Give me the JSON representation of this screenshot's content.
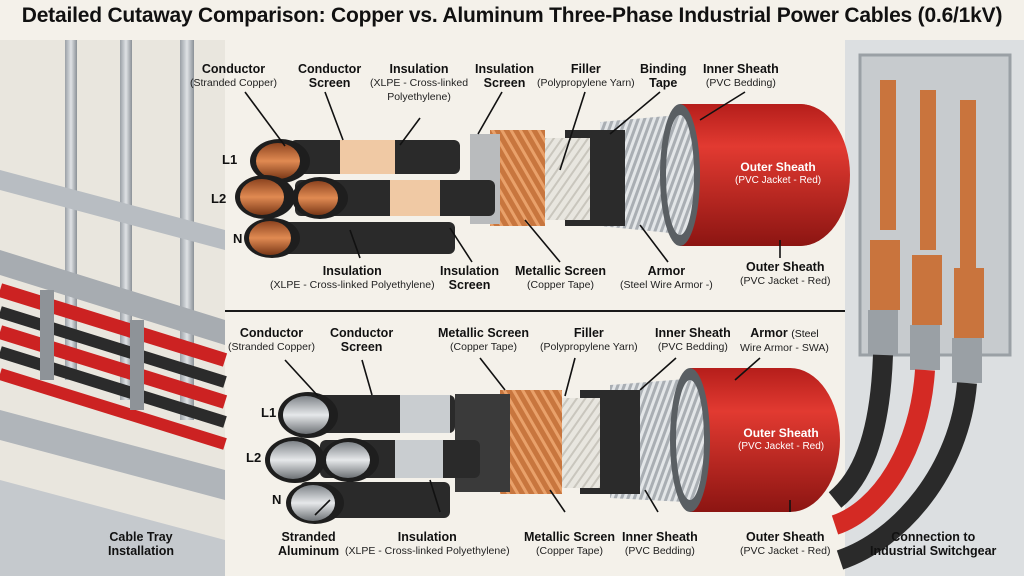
{
  "title": "Detailed Cutaway Comparison: Copper vs. Aluminum Three-Phase Industrial Power Cables (0.6/1kV)",
  "copper": {
    "phases": [
      "L1",
      "L2",
      "N"
    ],
    "top_labels": [
      {
        "head": "Conductor",
        "sub": "(Stranded Copper)"
      },
      {
        "head": "Conductor",
        "head2": "Screen"
      },
      {
        "head": "Insulation",
        "sub": "(XLPE - Cross-linked",
        "sub2": "Polyethylene)"
      },
      {
        "head": "Insulation",
        "head2": "Screen"
      },
      {
        "head": "Filler",
        "sub": "(Polypropylene Yarn)"
      },
      {
        "head": "Binding",
        "head2": "Tape"
      },
      {
        "head": "Inner Sheath",
        "sub": "(PVC Bedding)"
      }
    ],
    "outer_inline": {
      "head": "Outer Sheath",
      "sub": "(PVC Jacket - Red)"
    },
    "bottom_labels": [
      {
        "head": "Insulation",
        "sub": "(XLPE - Cross-linked Polyethylene)"
      },
      {
        "head": "Insulation",
        "head2": "Screen"
      },
      {
        "head": "Metallic Screen",
        "sub": "(Copper Tape)"
      },
      {
        "head": "Armor",
        "sub": "(Steel Wire Armor -)"
      },
      {
        "head": "Outer Sheath",
        "sub": "(PVC Jacket - Red)"
      }
    ]
  },
  "aluminum": {
    "phases": [
      "L1",
      "L2",
      "N"
    ],
    "top_labels": [
      {
        "head": "Conductor",
        "sub": "(Stranded Copper)"
      },
      {
        "head": "Conductor",
        "head2": "Screen"
      },
      {
        "head": "Metallic Screen",
        "sub": "(Copper Tape)"
      },
      {
        "head": "Filler",
        "sub": "(Polypropylene Yarn)"
      },
      {
        "head": "Inner Sheath",
        "sub": "(PVC Bedding)"
      },
      {
        "head": "Armor",
        "head_suffix": "(Steel",
        "sub": "Wire Armor - SWA)"
      }
    ],
    "outer_inline": {
      "head": "Outer Sheath",
      "sub": "(PVC Jacket - Red)"
    },
    "bottom_labels": [
      {
        "head": "Stranded",
        "head2": "Aluminum"
      },
      {
        "head": "Insulation",
        "sub": "(XLPE - Cross-linked Polyethylene)"
      },
      {
        "head": "Metallic Screen",
        "sub": "(Copper Tape)"
      },
      {
        "head": "Inner Sheath",
        "sub": "(PVC Bedding)"
      },
      {
        "head": "Outer Sheath",
        "sub": "(PVC Jacket - Red)"
      }
    ]
  },
  "left_caption": {
    "line1": "Cable Tray",
    "line2": "Installation"
  },
  "right_caption": {
    "line1": "Connection to",
    "line2": "Industrial Switchgear"
  },
  "colors": {
    "jacket": "#d42a24",
    "copper": "#c9743d",
    "aluminum": "#c8ccd0",
    "xlpe_black": "#2a2a2a"
  }
}
